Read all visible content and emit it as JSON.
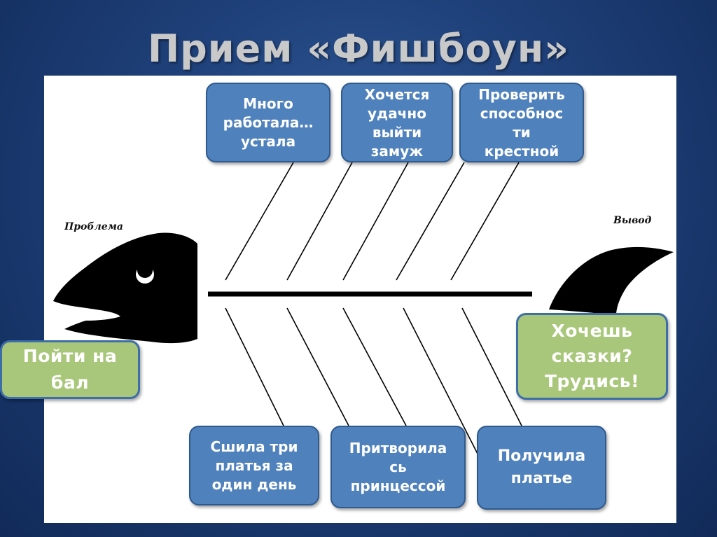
{
  "title": "Прием «Фишбоун»",
  "labels": {
    "problem": "Проблема",
    "conclusion": "Вывод"
  },
  "problem_box": "Пойти на\nбал",
  "conclusion_box": "Хочешь\nсказки?\nТрудись!",
  "top_causes": [
    "Много\nработала…\nустала",
    "Хочется\nудачно\nвыйти\nзамуж",
    "Проверить\nспособнос\nти\nкрестной"
  ],
  "bottom_facts": [
    "Сшила три\nплатья за\nодин день",
    "Притворила\nсь\nпринцессой",
    "Получила\nплатье"
  ],
  "colors": {
    "box_blue": "#4f81bd",
    "box_green": "#a8c77a",
    "background": "#1e3f78"
  }
}
